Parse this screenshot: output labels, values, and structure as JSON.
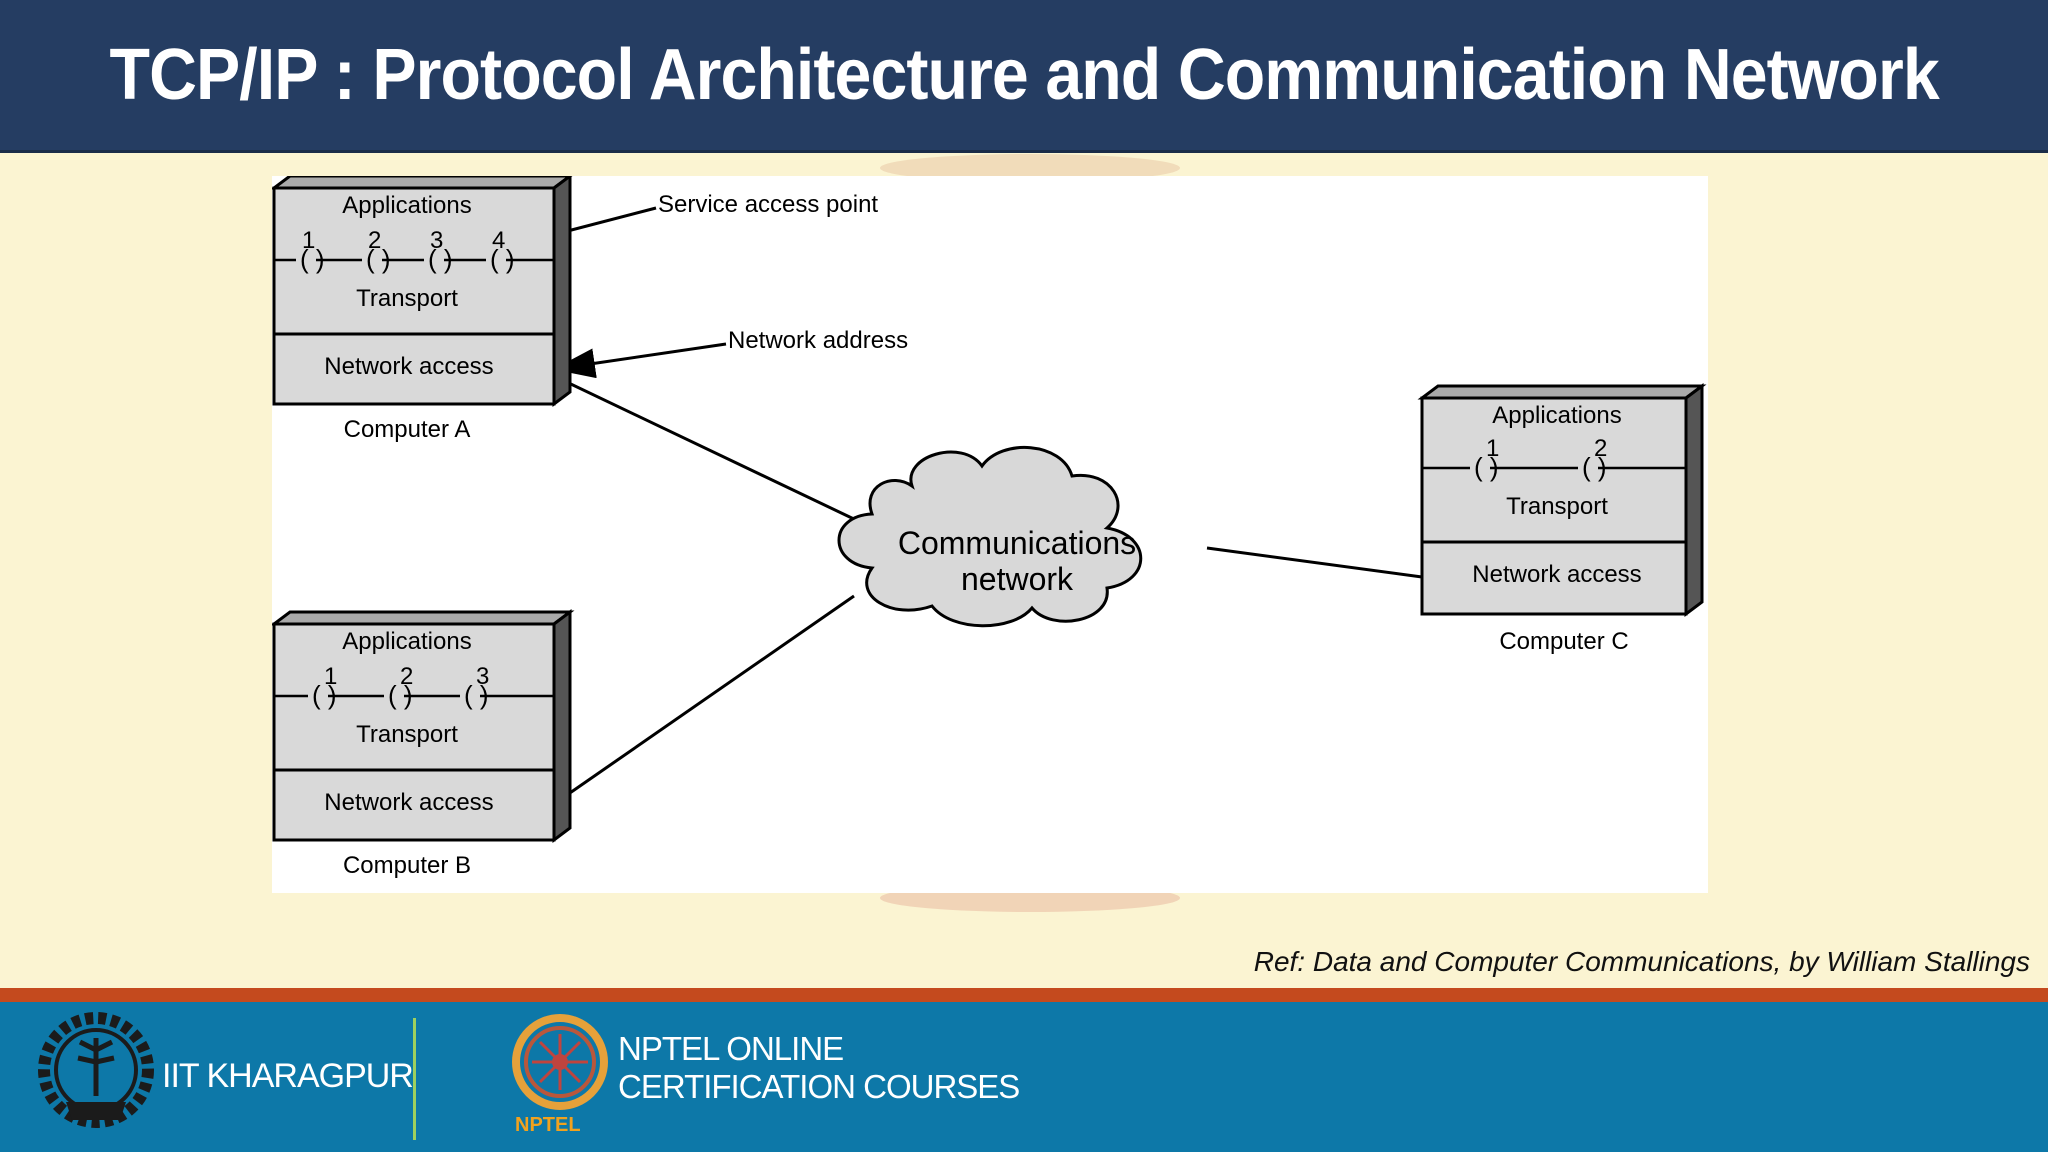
{
  "slide": {
    "title": "TCP/IP : Protocol Architecture and Communication Network",
    "reference": "Ref: Data and Computer Communications, by William Stallings"
  },
  "diagram": {
    "computers": [
      {
        "name": "Computer A",
        "applications_label": "Applications",
        "ports": [
          "1",
          "2",
          "3",
          "4"
        ],
        "transport_label": "Transport",
        "network_access_label": "Network access"
      },
      {
        "name": "Computer B",
        "applications_label": "Applications",
        "ports": [
          "1",
          "2",
          "3"
        ],
        "transport_label": "Transport",
        "network_access_label": "Network access"
      },
      {
        "name": "Computer C",
        "applications_label": "Applications",
        "ports": [
          "1",
          "2"
        ],
        "transport_label": "Transport",
        "network_access_label": "Network access"
      }
    ],
    "network": {
      "line1": "Communications",
      "line2": "network"
    },
    "annotations": {
      "service_access_point": "Service access point",
      "network_address": "Network address"
    }
  },
  "footer": {
    "institute": "IIT KHARAGPUR",
    "course_line1": "NPTEL ONLINE",
    "course_line2": "CERTIFICATION COURSES",
    "nptel_logo_text": "NPTEL"
  },
  "colors": {
    "title_bar": "#253d62",
    "background": "#fbf4d2",
    "footer": "#0d78a8",
    "footer_stripe": "#c44a1e",
    "box_fill": "#d9d9d9",
    "cloud_fill": "#d8d8d8"
  }
}
